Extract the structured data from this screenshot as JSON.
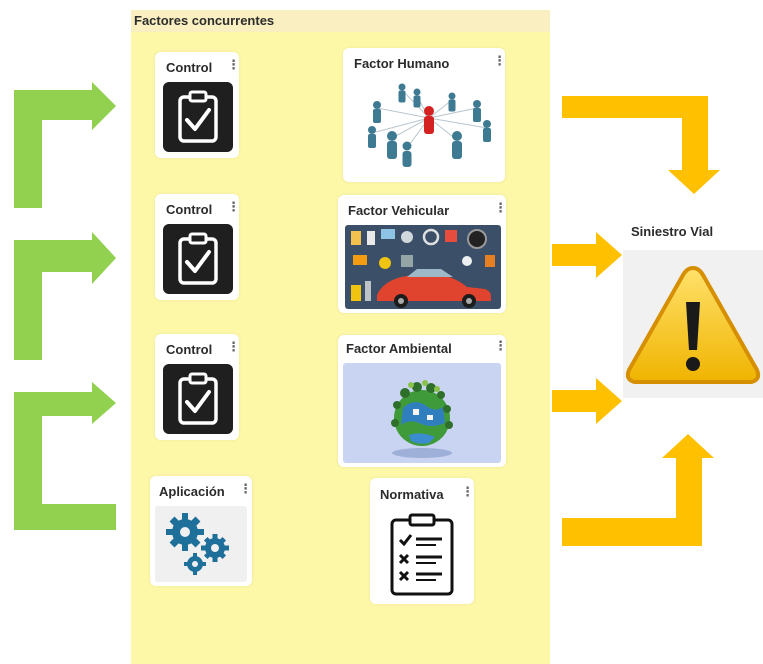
{
  "panel": {
    "title": "Factores concurrentes"
  },
  "controls": [
    {
      "label": "Control",
      "menu": "⋮"
    },
    {
      "label": "Control",
      "menu": "⋮"
    },
    {
      "label": "Control",
      "menu": "⋮"
    }
  ],
  "factors": [
    {
      "label": "Factor Humano",
      "menu": "⋮"
    },
    {
      "label": "Factor Vehicular",
      "menu": "⋮"
    },
    {
      "label": "Factor Ambiental",
      "menu": "⋮"
    }
  ],
  "aplicacion": {
    "label": "Aplicación",
    "menu": "⋮"
  },
  "normativa": {
    "label": "Normativa",
    "menu": "⋮"
  },
  "siniestro": {
    "label": "Siniestro Vial"
  },
  "colors": {
    "green": "#92d050",
    "orange": "#ffc000",
    "panel": "#fdf8a8",
    "panel_header": "#f9efc0"
  }
}
